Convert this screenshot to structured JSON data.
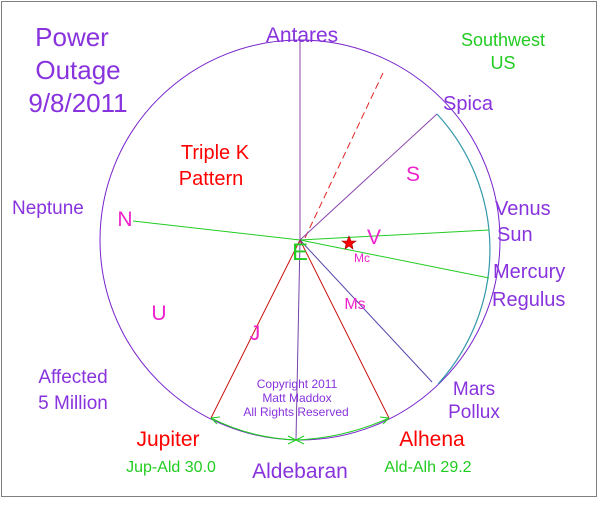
{
  "title": {
    "line1": "Power",
    "line2": "Outage",
    "line3": "9/8/2011"
  },
  "region": {
    "line1": "Southwest",
    "line2": "US"
  },
  "pattern": {
    "line1": "Triple K",
    "line2": "Pattern"
  },
  "affected": {
    "line1": "Affected",
    "line2": "5 Million"
  },
  "copyright": {
    "line1": "Copyright 2011",
    "line2": "Matt Maddox",
    "line3": "All Rights Reserved"
  },
  "labels": {
    "antares": "Antares",
    "spica": "Spica",
    "neptune": "Neptune",
    "venus": "Venus",
    "sun": "Sun",
    "mercury": "Mercury",
    "regulus": "Regulus",
    "mars": "Mars",
    "pollux": "Pollux",
    "jupiter": "Jupiter",
    "alhena": "Alhena",
    "aldebaran": "Aldebaran",
    "jup_ald": "Jup-Ald 30.0",
    "ald_alh": "Ald-Alh 29.2"
  },
  "glyphs": {
    "e": "E",
    "n": "N",
    "s": "S",
    "v": "V",
    "mc": "Mc",
    "ms": "Ms",
    "u": "U",
    "j": "J"
  },
  "colors": {
    "purple": "#8833dd",
    "green": "#22cc22",
    "red": "#ff0000",
    "magenta": "#ee22cc",
    "circle_purple": "#7722cc",
    "circle_teal": "#3399aa",
    "line_darkred": "#cc1111",
    "line_slate": "#5544aa"
  }
}
